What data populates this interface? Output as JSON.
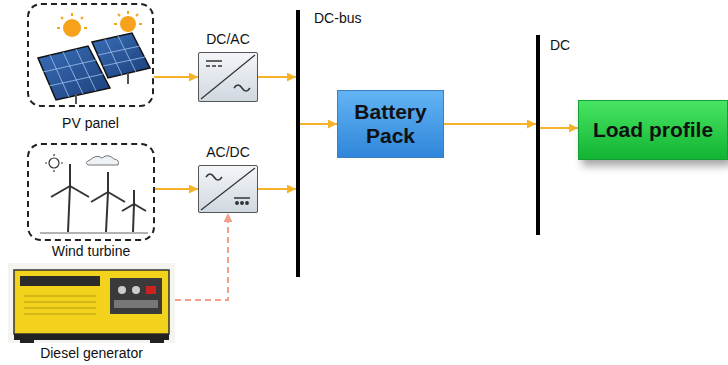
{
  "diagram": {
    "nodes": [
      {
        "text": [
          "PV panel"
        ]
      },
      {
        "text": [
          "DC/AC"
        ]
      },
      {
        "text": [
          "DC-bus"
        ]
      },
      {
        "text": [
          "Battery Pack"
        ]
      },
      {
        "text": [
          "DC"
        ]
      },
      {
        "text": [
          "Load profile"
        ]
      },
      {
        "text": [
          "Wind turbine"
        ]
      },
      {
        "text": [
          "AC/DC"
        ]
      },
      {
        "text": [
          "Diesel generator"
        ]
      }
    ],
    "edges": [
      {
        "from": 0,
        "to": 1,
        "arrow": "to"
      },
      {
        "from": 1,
        "to": 2,
        "arrow": "to"
      },
      {
        "from": 6,
        "to": 7,
        "arrow": "to"
      },
      {
        "from": 7,
        "to": 2,
        "arrow": "to"
      },
      {
        "from": 8,
        "to": 7,
        "arrow": "to"
      },
      {
        "from": 2,
        "to": 3,
        "arrow": "to"
      },
      {
        "from": 3,
        "to": 4,
        "arrow": "to"
      },
      {
        "from": 4,
        "to": 5,
        "arrow": "to"
      }
    ]
  }
}
